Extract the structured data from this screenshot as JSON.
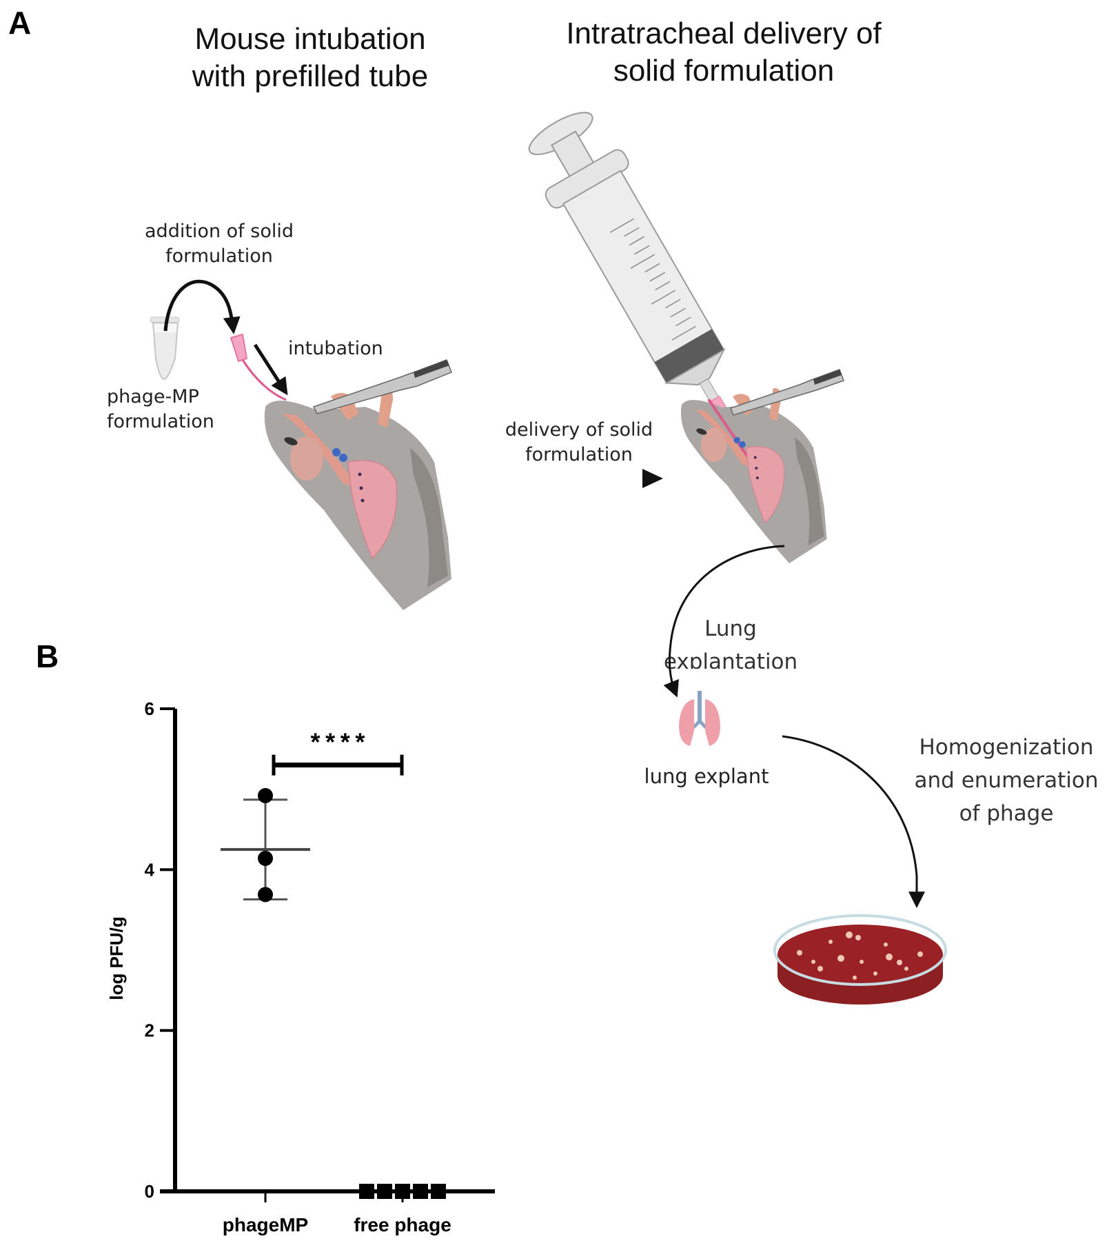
{
  "panel_a": {
    "letter": "A",
    "title_left": [
      "Mouse intubation",
      "with prefilled tube"
    ],
    "title_right": [
      "Intratracheal delivery of",
      "solid formulation"
    ],
    "step_addition": [
      "addition of solid",
      "formulation"
    ],
    "step_intubation": "intubation",
    "tube_label": [
      "phage-MP",
      "formulation"
    ],
    "step_delivery": [
      "delivery of solid",
      "formulation"
    ],
    "step_explant": [
      "Lung",
      "explantation"
    ],
    "lung_label": "lung explant",
    "step_homogenize": [
      "Homogenization",
      "and enumeration",
      "of phage"
    ],
    "icons": [
      "microcentrifuge-tube-icon",
      "intubation-tube-icon",
      "mouse-icon",
      "forceps-icon",
      "syringe-icon",
      "lungs-icon",
      "petri-dish-icon"
    ],
    "colors": {
      "mouse": "#a9a6a4",
      "lung": "#e8a0a8",
      "tube_tip": "#ec7fa8",
      "agar": "#9a2226",
      "plaque": "#f0c7b4",
      "trachea": "#6f8fb8"
    }
  },
  "panel_b": {
    "letter": "B"
  },
  "chart_data": {
    "type": "scatter",
    "title": "",
    "xlabel": "",
    "ylabel": "log PFU/g",
    "ylim": [
      0,
      6
    ],
    "yticks": [
      0,
      2,
      4,
      6
    ],
    "yticklabels": [
      "0",
      "2",
      "4",
      "6"
    ],
    "categories": [
      "phageMP",
      "free phage"
    ],
    "grid": false,
    "legend": "none",
    "series": [
      {
        "name": "phageMP",
        "marker": "circle",
        "values": [
          4.92,
          4.14,
          3.69
        ],
        "mean": 4.25,
        "sd_upper": 4.87,
        "sd_lower": 3.63
      },
      {
        "name": "free phage",
        "marker": "square",
        "values": [
          0,
          0,
          0,
          0,
          0
        ]
      }
    ],
    "annotations": [
      {
        "type": "significance",
        "from": "phageMP",
        "to": "free phage",
        "y": 5.3,
        "text": "****"
      }
    ]
  }
}
